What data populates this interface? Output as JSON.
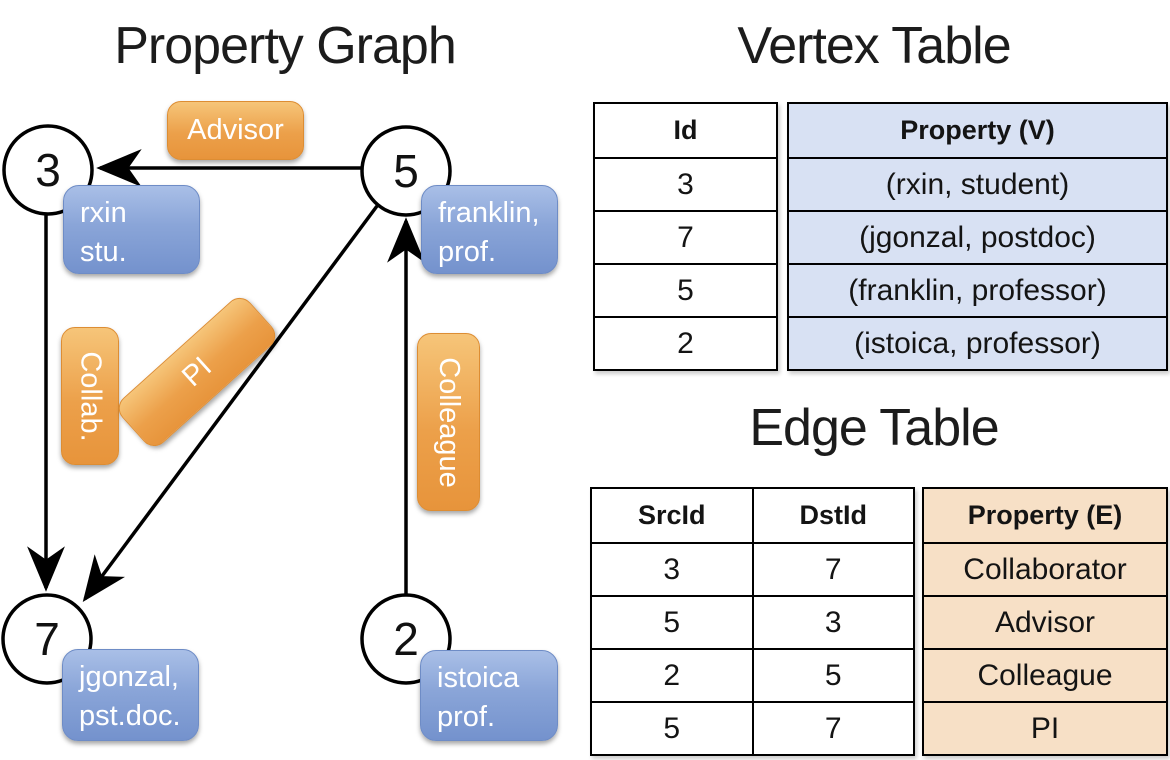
{
  "graph": {
    "title": "Property Graph",
    "nodes": [
      {
        "id": "3",
        "line1": "rxin",
        "line2": "stu."
      },
      {
        "id": "5",
        "line1": "franklin,",
        "line2": "prof."
      },
      {
        "id": "7",
        "line1": "jgonzal,",
        "line2": "pst.doc."
      },
      {
        "id": "2",
        "line1": "istoica",
        "line2": "prof."
      }
    ],
    "edge_labels": {
      "advisor": "Advisor",
      "collab": "Collab.",
      "pi": "PI",
      "colleague": "Colleague"
    }
  },
  "vertex_table": {
    "title": "Vertex Table",
    "headers": {
      "id": "Id",
      "property": "Property (V)"
    },
    "rows": [
      {
        "id": "3",
        "property": "(rxin, student)"
      },
      {
        "id": "7",
        "property": "(jgonzal, postdoc)"
      },
      {
        "id": "5",
        "property": "(franklin, professor)"
      },
      {
        "id": "2",
        "property": "(istoica, professor)"
      }
    ]
  },
  "edge_table": {
    "title": "Edge Table",
    "headers": {
      "src": "SrcId",
      "dst": "DstId",
      "property": "Property (E)"
    },
    "rows": [
      {
        "src": "3",
        "dst": "7",
        "property": "Collaborator"
      },
      {
        "src": "5",
        "dst": "3",
        "property": "Advisor"
      },
      {
        "src": "2",
        "dst": "5",
        "property": "Colleague"
      },
      {
        "src": "5",
        "dst": "7",
        "property": "PI"
      }
    ]
  },
  "colors": {
    "edge_label_orange": "#eca04a",
    "vertex_label_blue": "#8aa5d8",
    "vertex_cell_fill": "#d8e1f3",
    "edge_cell_fill": "#f7e0c6"
  }
}
